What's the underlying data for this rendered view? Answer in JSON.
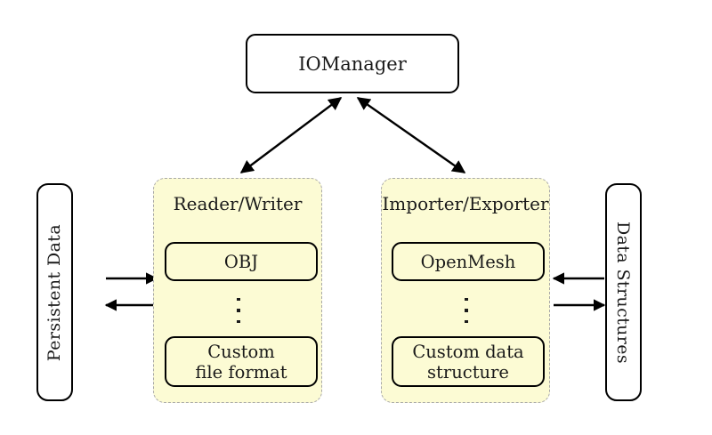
{
  "diagram": {
    "title_node": {
      "label": "IOManager"
    },
    "left_external": {
      "label": "Persistent Data"
    },
    "right_external": {
      "label": "Data Structures"
    },
    "panels": [
      {
        "title": "Reader/Writer",
        "items": [
          {
            "label": "OBJ"
          },
          {
            "label": "⋮"
          },
          {
            "label": "Custom\nfile format",
            "line1": "Custom",
            "line2": "file format"
          }
        ]
      },
      {
        "title": "Importer/Exporter",
        "items": [
          {
            "label": "OpenMesh"
          },
          {
            "label": "⋮"
          },
          {
            "label": "Custom data\nstructure",
            "line1": "Custom data",
            "line2": "structure"
          }
        ]
      }
    ],
    "connections": [
      {
        "name": "iomanager-to-reader-writer",
        "type": "bidirectional"
      },
      {
        "name": "iomanager-to-importer-exporter",
        "type": "bidirectional"
      },
      {
        "name": "persistent-data-to-reader-writer",
        "type": "rightward"
      },
      {
        "name": "reader-writer-to-persistent-data",
        "type": "leftward"
      },
      {
        "name": "data-structures-to-importer-exporter",
        "type": "leftward"
      },
      {
        "name": "importer-exporter-to-data-structures",
        "type": "rightward"
      }
    ],
    "colors": {
      "panel_fill": "#fcfbd4",
      "panel_border": "#a9a9a9",
      "box_border": "#000000",
      "text": "#1a1a1a",
      "background": "#ffffff"
    }
  }
}
